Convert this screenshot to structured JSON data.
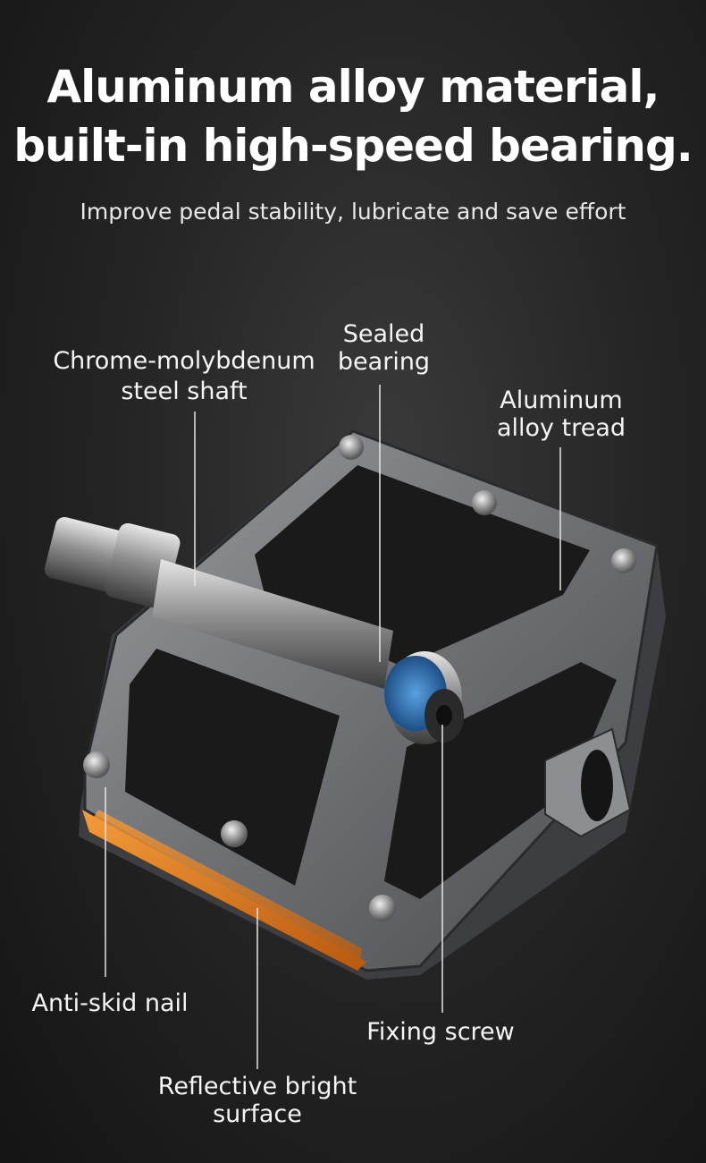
{
  "headline": {
    "line1": "Aluminum alloy material,",
    "line2": "built-in high-speed bearing."
  },
  "subtitle": "Improve pedal stability, lubricate and save effort",
  "callouts": {
    "shaft": {
      "line1": "Chrome-molybdenum",
      "line2": "steel shaft"
    },
    "bearing": {
      "line1": "Sealed",
      "line2": "bearing"
    },
    "tread": {
      "line1": "Aluminum",
      "line2": "alloy tread"
    },
    "nail": {
      "line1": "Anti-skid nail"
    },
    "screw": {
      "line1": "Fixing screw"
    },
    "reflector": {
      "line1": "Reflective bright",
      "line2": "surface"
    }
  },
  "colors": {
    "background": "#262626",
    "body": "#7a7c80",
    "reflector": "#e07a1a",
    "bearing_seal": "#2f6fb0",
    "text": "#f2f2f2"
  }
}
